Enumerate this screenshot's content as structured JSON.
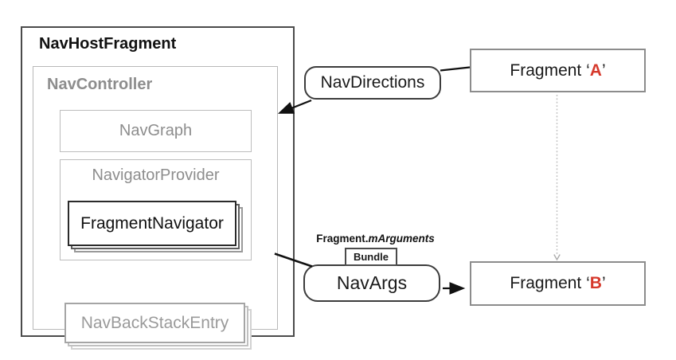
{
  "colors": {
    "accent_red": "#d6392c",
    "gray_label": "#8d8d8d",
    "light_border": "#b9b9b9",
    "dark_border": "#4b4b4b"
  },
  "left_panel": {
    "nav_host_label": "NavHostFragment",
    "nav_controller_label": "NavController",
    "nav_graph_label": "NavGraph",
    "navigator_provider_label": "NavigatorProvider",
    "fragment_navigator_label": "FragmentNavigator",
    "nav_back_stack_entry_label": "NavBackStackEntry"
  },
  "middle": {
    "nav_directions_label": "NavDirections",
    "nav_args_label": "NavArgs",
    "bundle_label": "Bundle",
    "arguments_note_bold": "Fragment.",
    "arguments_note_italic": "mArguments"
  },
  "right": {
    "fragment_a": {
      "prefix": "Fragment ‘",
      "letter": "A",
      "suffix": "’"
    },
    "fragment_b": {
      "prefix": "Fragment ‘",
      "letter": "B",
      "suffix": "’"
    }
  }
}
